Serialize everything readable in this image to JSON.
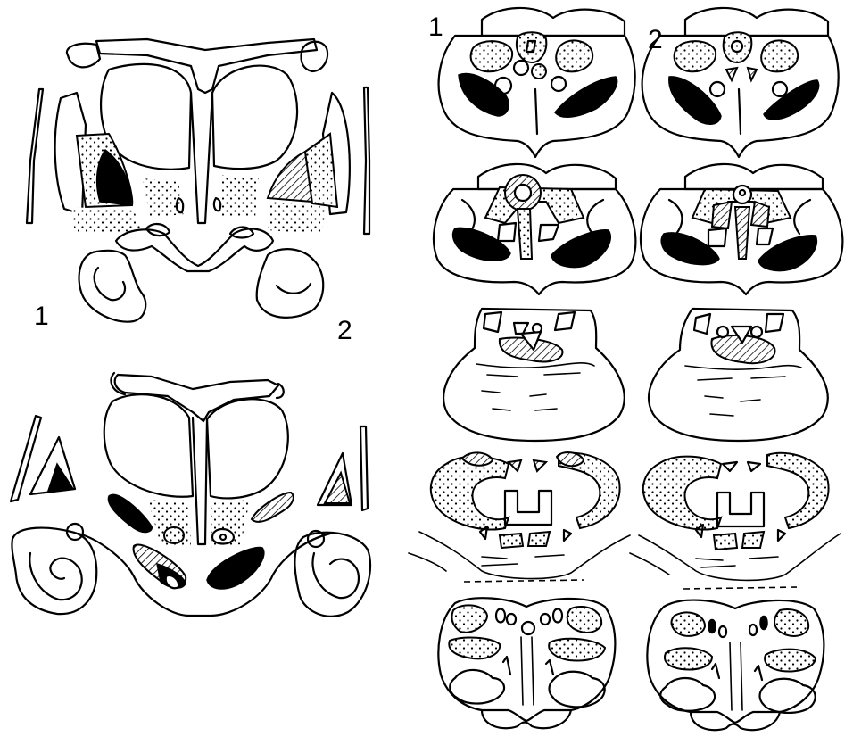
{
  "figure": {
    "panel_labels": {
      "top_left_1": "1",
      "top_left_2": "2",
      "right_col_1": "1",
      "right_col_2": "2"
    },
    "fill_legend": {
      "solid": "#000000",
      "hatched": "diagonal-hatch",
      "stippled": "dots",
      "outline": "#000000",
      "background": "#ffffff"
    }
  }
}
